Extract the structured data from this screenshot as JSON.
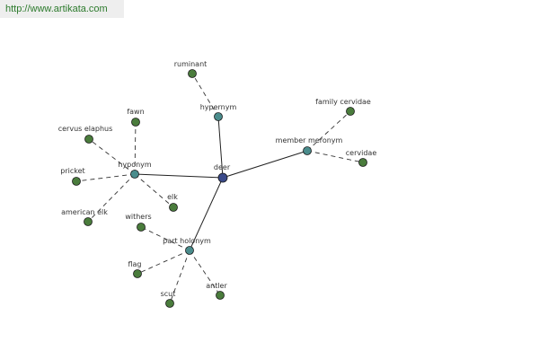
{
  "source": {
    "url": "http://www.artikata.com"
  },
  "colors": {
    "center": "#3a4a8a",
    "relation": "#4a8c8c",
    "leaf": "#4a7c3c",
    "edge": "#222222",
    "dashed_edge": "#333333",
    "link": "#2c7a2c"
  },
  "graph": {
    "center": {
      "id": "deer",
      "label": "deer"
    },
    "relations": [
      {
        "id": "hypernym",
        "label": "hypernym",
        "words": [
          {
            "id": "ruminant",
            "label": "ruminant"
          }
        ]
      },
      {
        "id": "member-meronym",
        "label": "member meronym",
        "words": [
          {
            "id": "family-cervidae",
            "label": "family cervidae"
          },
          {
            "id": "cervidae",
            "label": "cervidae"
          }
        ]
      },
      {
        "id": "hyponym",
        "label": "hyponym",
        "words": [
          {
            "id": "fawn",
            "label": "fawn"
          },
          {
            "id": "cervus-elaphus",
            "label": "cervus elaphus"
          },
          {
            "id": "pricket",
            "label": "pricket"
          },
          {
            "id": "american-elk",
            "label": "american elk"
          },
          {
            "id": "elk",
            "label": "elk"
          }
        ]
      },
      {
        "id": "part-holonym",
        "label": "part holonym",
        "words": [
          {
            "id": "withers",
            "label": "withers"
          },
          {
            "id": "flag",
            "label": "flag"
          },
          {
            "id": "scut",
            "label": "scut"
          },
          {
            "id": "antler",
            "label": "antler"
          }
        ]
      }
    ]
  }
}
